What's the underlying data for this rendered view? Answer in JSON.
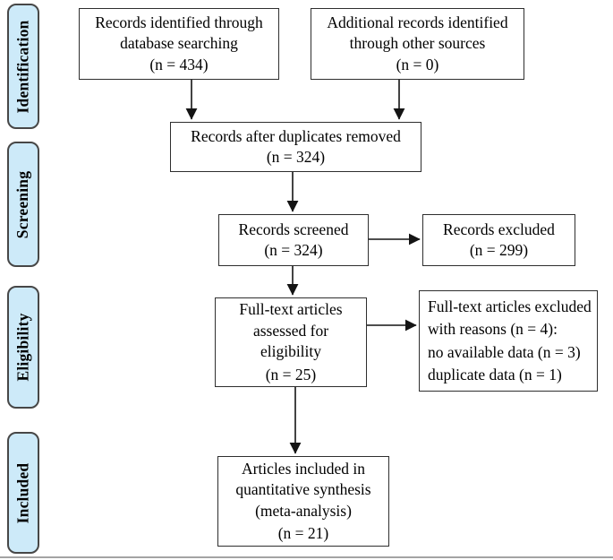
{
  "stages": [
    {
      "id": "identification",
      "label": "Identification"
    },
    {
      "id": "screening",
      "label": "Screening"
    },
    {
      "id": "eligibility",
      "label": "Eligibility"
    },
    {
      "id": "included",
      "label": "Included"
    }
  ],
  "boxes": {
    "records_identified": {
      "text": [
        "Records identified through",
        "database searching",
        "(n = 434)"
      ],
      "count": 434
    },
    "additional_records": {
      "text": [
        "Additional records identified",
        "through other sources",
        "(n = 0)"
      ],
      "count": 0
    },
    "duplicates_removed": {
      "text": [
        "Records after duplicates removed",
        "(n = 324)"
      ],
      "count": 324
    },
    "records_screened": {
      "text": [
        "Records screened",
        "(n = 324)"
      ],
      "count": 324
    },
    "records_excluded": {
      "text": [
        "Records excluded",
        "(n = 299)"
      ],
      "count": 299
    },
    "fulltext_assessed": {
      "text": [
        "Full-text articles",
        "assessed for",
        "eligibility",
        "(n = 25)"
      ],
      "count": 25
    },
    "fulltext_excluded": {
      "text": [
        "Full-text articles excluded",
        "with reasons (n = 4):",
        "no available data (n = 3)",
        "duplicate data (n = 1)"
      ],
      "count": 4
    },
    "included_synthesis": {
      "text": [
        "Articles included in",
        "quantitative synthesis",
        "(meta-analysis)",
        "(n = 21)"
      ],
      "count": 21
    }
  },
  "colors": {
    "stage_fill": "#cdeaf9",
    "stage_border": "#474747",
    "box_border": "#2e2e2e",
    "arrow": "#141414",
    "bottom_rule": "#a3a3a3",
    "text": "#000000",
    "background": "#ffffff"
  }
}
